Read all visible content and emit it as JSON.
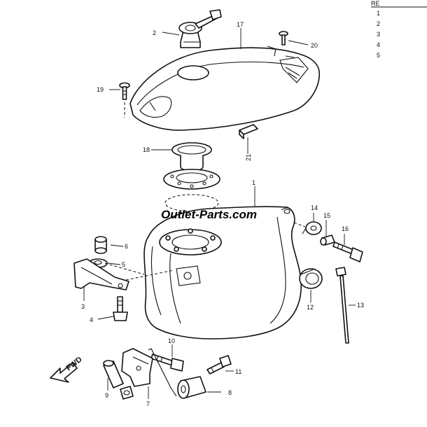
{
  "watermark": "Outlet-Parts.com",
  "direction_label": "FWD",
  "reference_header": "RE",
  "reference_numbers": [
    "1",
    "2",
    "3",
    "4",
    "5"
  ],
  "callouts": {
    "c1": "1",
    "c2": "2",
    "c3": "3",
    "c4": "4",
    "c5": "5",
    "c6": "6",
    "c7": "7",
    "c8": "8",
    "c9": "9",
    "c10": "10",
    "c11": "11",
    "c12": "12",
    "c13": "13",
    "c14": "14",
    "c15": "15",
    "c16": "16",
    "c17": "17",
    "c18": "18",
    "c19": "19",
    "c20": "20",
    "c21": "21"
  }
}
